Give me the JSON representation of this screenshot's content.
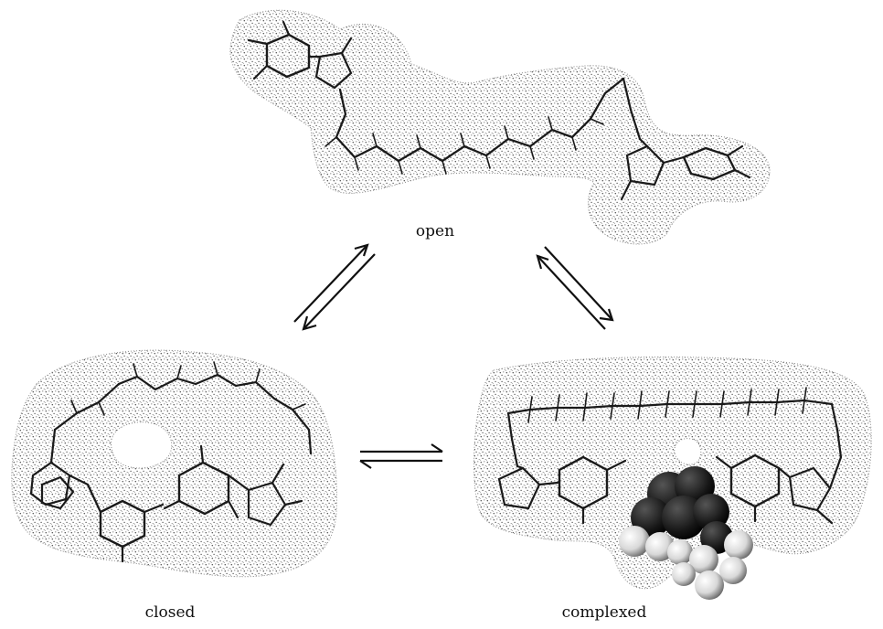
{
  "labels": {
    "open": "open",
    "closed": "closed",
    "complexed": "complexed"
  },
  "colors": {
    "background": "#ffffff",
    "stipple": "#6b6b6b",
    "bonds": "#1a1a1a",
    "guest_dark": "#111111",
    "guest_light": "#e8e8e8"
  },
  "icons": {
    "equilibrium": "equilibrium-half-arrows-icon"
  }
}
